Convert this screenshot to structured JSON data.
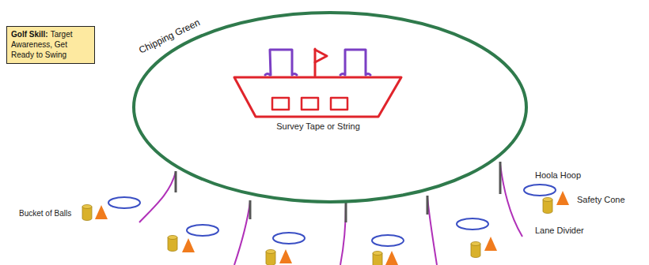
{
  "diagram": {
    "nodes": [
      {
        "text": [
          "Golf Skill:",
          "Target Awareness, Get Ready to Swing"
        ]
      },
      {
        "text": [
          "Chipping Green"
        ]
      }
    ],
    "labels": [
      "Survey Tape or String",
      "Hoola Hoop",
      "Safety Cone",
      "Lane Divider",
      "Bucket of Balls"
    ]
  }
}
